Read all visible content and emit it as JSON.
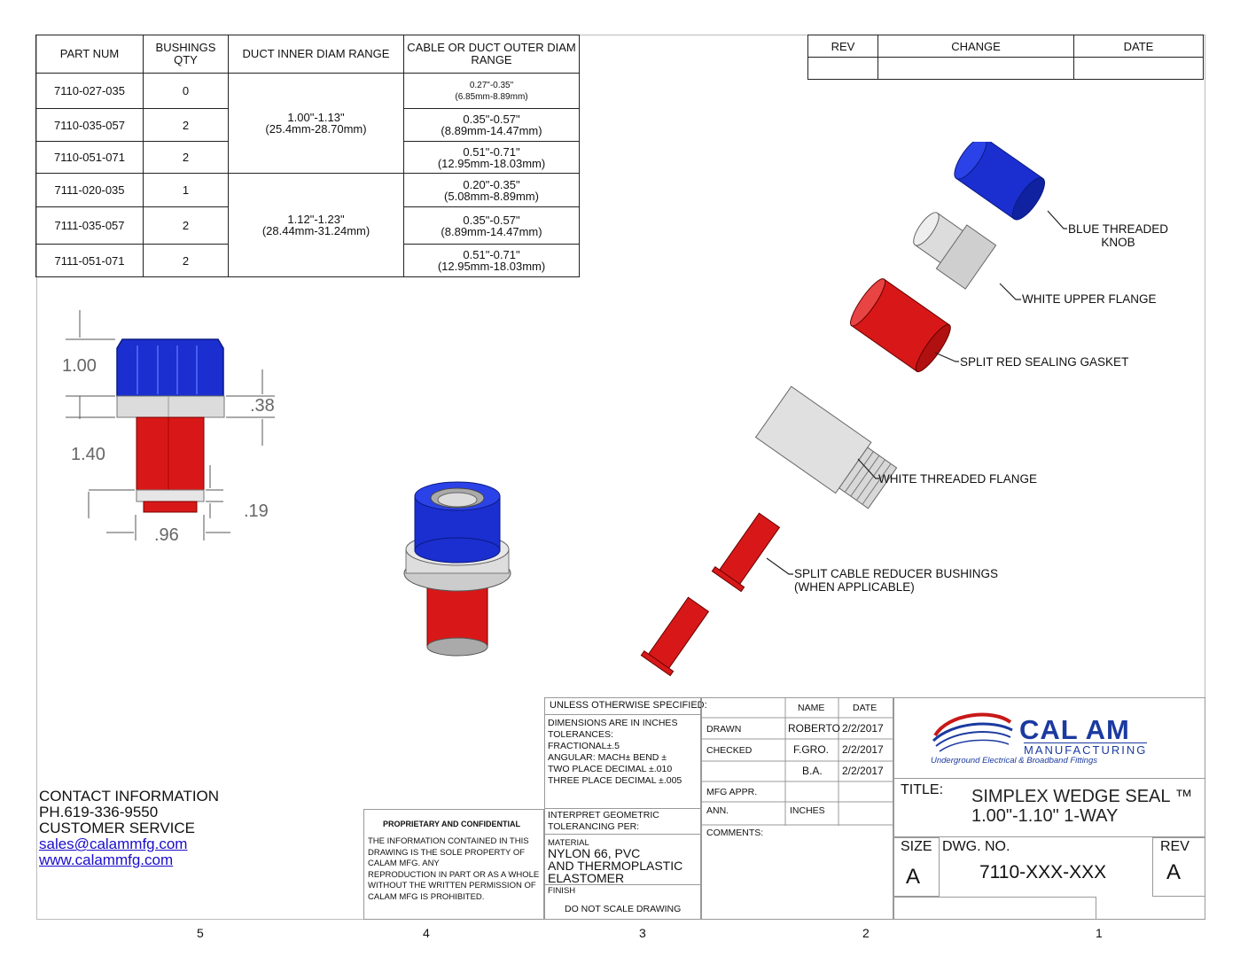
{
  "parts_table": {
    "headers": [
      "PART NUM",
      "BUSHINGS QTY",
      "DUCT INNER DIAM RANGE",
      "CABLE OR DUCT OUTER DIAM RANGE"
    ],
    "rows": [
      {
        "part": "7110-027-035",
        "qty": "0",
        "outer": "0.27\"-0.35\"",
        "outer_mm": "(6.85mm-8.89mm)"
      },
      {
        "part": "7110-035-057",
        "qty": "2",
        "outer": "0.35\"-0.57\"",
        "outer_mm": "(8.89mm-14.47mm)"
      },
      {
        "part": "7110-051-071",
        "qty": "2",
        "outer": "0.51\"-0.71\"",
        "outer_mm": "(12.95mm-18.03mm)"
      },
      {
        "part": "7111-020-035",
        "qty": "1",
        "outer": "0.20\"-0.35\"",
        "outer_mm": "(5.08mm-8.89mm)"
      },
      {
        "part": "7111-035-057",
        "qty": "2",
        "outer": "0.35\"-0.57\"",
        "outer_mm": "(8.89mm-14.47mm)"
      },
      {
        "part": "7111-051-071",
        "qty": "2",
        "outer": "0.51\"-0.71\"",
        "outer_mm": "(12.95mm-18.03mm)"
      }
    ],
    "inner_groups": [
      {
        "in": "1.00\"-1.13\"",
        "mm": "(25.4mm-28.70mm)"
      },
      {
        "in": "1.12\"-1.23\"",
        "mm": "(28.44mm-31.24mm)"
      }
    ]
  },
  "rev_table": {
    "headers": [
      "REV",
      "CHANGE",
      "DATE"
    ]
  },
  "dimensions": {
    "height_top": "1.00",
    "height_body": "1.40",
    "flange": ".38",
    "lip": ".19",
    "width": ".96"
  },
  "callouts": {
    "knob": [
      "BLUE THREADED",
      "KNOB"
    ],
    "upper_flange": "WHITE UPPER FLANGE",
    "gasket": "SPLIT RED SEALING GASKET",
    "threaded_flange": "WHITE THREADED FLANGE",
    "bushings": [
      "SPLIT CABLE REDUCER BUSHINGS",
      "(WHEN APPLICABLE)"
    ]
  },
  "contact": {
    "heading": "CONTACT INFORMATION",
    "phone": "PH.619-336-9550",
    "service": "CUSTOMER SERVICE",
    "email": "sales@calammfg.com",
    "web": "www.calammfg.com"
  },
  "title_block": {
    "unless": "UNLESS OTHERWISE SPECIFIED:",
    "dims_text": [
      "DIMENSIONS ARE IN INCHES",
      "TOLERANCES:",
      "FRACTIONAL±.5",
      "ANGULAR: MACH±    BEND ±",
      "TWO PLACE DECIMAL    ±.010",
      "THREE PLACE DECIMAL   ±.005"
    ],
    "interpret": [
      "INTERPRET GEOMETRIC",
      "TOLERANCING PER:"
    ],
    "material_label": "MATERIAL",
    "material": [
      "NYLON 66, PVC",
      "AND THERMOPLASTIC",
      "ELASTOMER"
    ],
    "finish_label": "FINISH",
    "no_scale": "DO NOT SCALE DRAWING",
    "proprietary_title": "PROPRIETARY AND CONFIDENTIAL",
    "proprietary_text": [
      "THE INFORMATION CONTAINED IN THIS",
      "DRAWING IS THE SOLE PROPERTY OF",
      "CALAM MFG. ANY",
      "REPRODUCTION IN PART OR AS A WHOLE",
      "WITHOUT THE WRITTEN PERMISSION OF",
      "CALAM MFG IS PROHIBITED."
    ],
    "name_hdr": "NAME",
    "date_hdr": "DATE",
    "drawn": "DRAWN",
    "drawn_name": "ROBERTO",
    "drawn_date": "2/2/2017",
    "checked": "CHECKED",
    "checked_name": "F.GRO.",
    "checked_date": "2/2/2017",
    "ba_name": "B.A.",
    "ba_date": "2/2/2017",
    "mfg": "MFG APPR.",
    "ann": "ANN.",
    "ann_val": "INCHES",
    "comments": "COMMENTS:",
    "logo_main": "CAL AM",
    "logo_sub": "MANUFACTURING",
    "logo_tag": "Underground Electrical & Broadband Fittings",
    "title_label": "TITLE:",
    "title1": "SIMPLEX WEDGE SEAL ™",
    "title2": "1.00\"-1.10\"  1-WAY",
    "size_label": "SIZE",
    "size": "A",
    "dwg_label": "DWG.  NO.",
    "dwg": "7110-XXX-XXX",
    "rev_label": "REV",
    "rev": "A"
  },
  "zones": [
    "5",
    "4",
    "3",
    "2",
    "1"
  ],
  "colors": {
    "blue": "#1b2fd0",
    "red": "#d81818",
    "white_part": "#dcdcdc",
    "link": "#1a0dcc"
  }
}
